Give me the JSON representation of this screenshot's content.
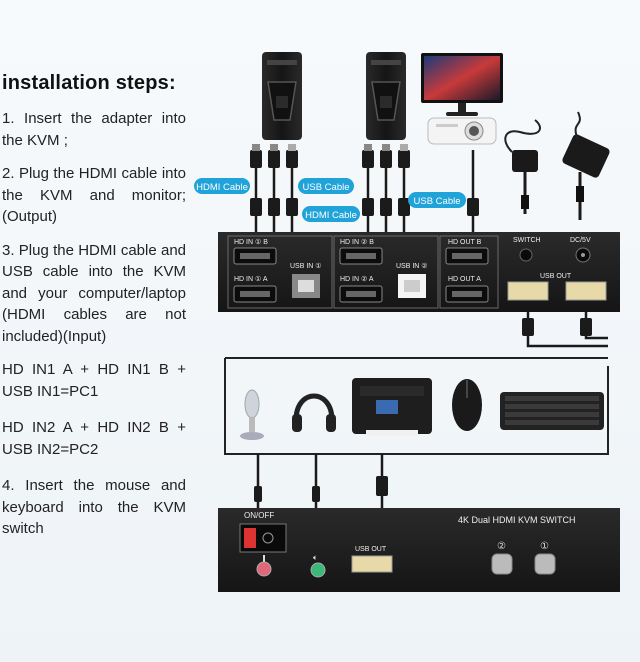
{
  "instructions": {
    "heading": "installation steps:",
    "steps": [
      "1. Insert the adapter into the KVM ;",
      "2. Plug the HDMI cable into the KVM and monitor;(Output)",
      "3. Plug the HDMI cable and USB cable into the KVM and your computer/laptop (HDMI cables are not included)(Input)",
      "HD IN1 A + HD IN1 B + USB IN1=PC1",
      "HD IN2 A + HD IN2 B + USB IN2=PC2",
      "4. Insert the mouse and keyboard into the KVM switch"
    ]
  },
  "cable_labels": {
    "hdmi_cable": "HDMI Cable",
    "usb_cable": "USB Cable"
  },
  "rear_panel": {
    "group1_title": "HD IN ① B",
    "port_in1_a": "HD IN ① A",
    "usb_in1": "USB IN ①",
    "group2_title": "HD IN ② B",
    "port_in2_a": "HD IN ② A",
    "usb_in2": "USB IN ②",
    "out_b": "HD OUT B",
    "out_a": "HD OUT A",
    "switch": "SWITCH",
    "dc": "DC/5V",
    "usb_out": "USB OUT"
  },
  "front_panel": {
    "power": "ON/OFF",
    "product_name": "4K Dual HDMI KVM SWITCH",
    "usb_out": "USB OUT",
    "button_2": "②",
    "button_1": "①"
  },
  "colors": {
    "accent": "#1fa3d9",
    "panel": "#1c1c1c",
    "mic_jack": "#e06878",
    "audio_jack": "#3cb878"
  }
}
